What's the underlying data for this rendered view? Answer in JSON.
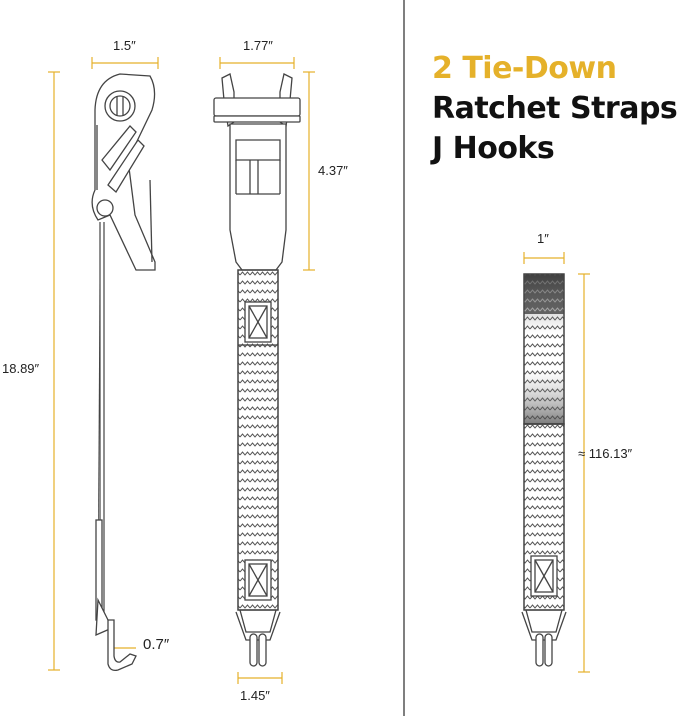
{
  "title": {
    "line1": "2 Tie-Down",
    "line2": "Ratchet Straps",
    "line3": "J Hooks"
  },
  "dimensions": {
    "side_width": "1.5″",
    "front_width": "1.77″",
    "buckle_height": "4.37″",
    "total_length": "18.89″",
    "hook_width": "0.7″",
    "base_width": "1.45″",
    "strap_width": "1″",
    "strap_length": "≈ 116.13″"
  },
  "colors": {
    "accent": "#E5B12A",
    "text": "#111111",
    "outline": "#444444",
    "divider": "#555555"
  }
}
